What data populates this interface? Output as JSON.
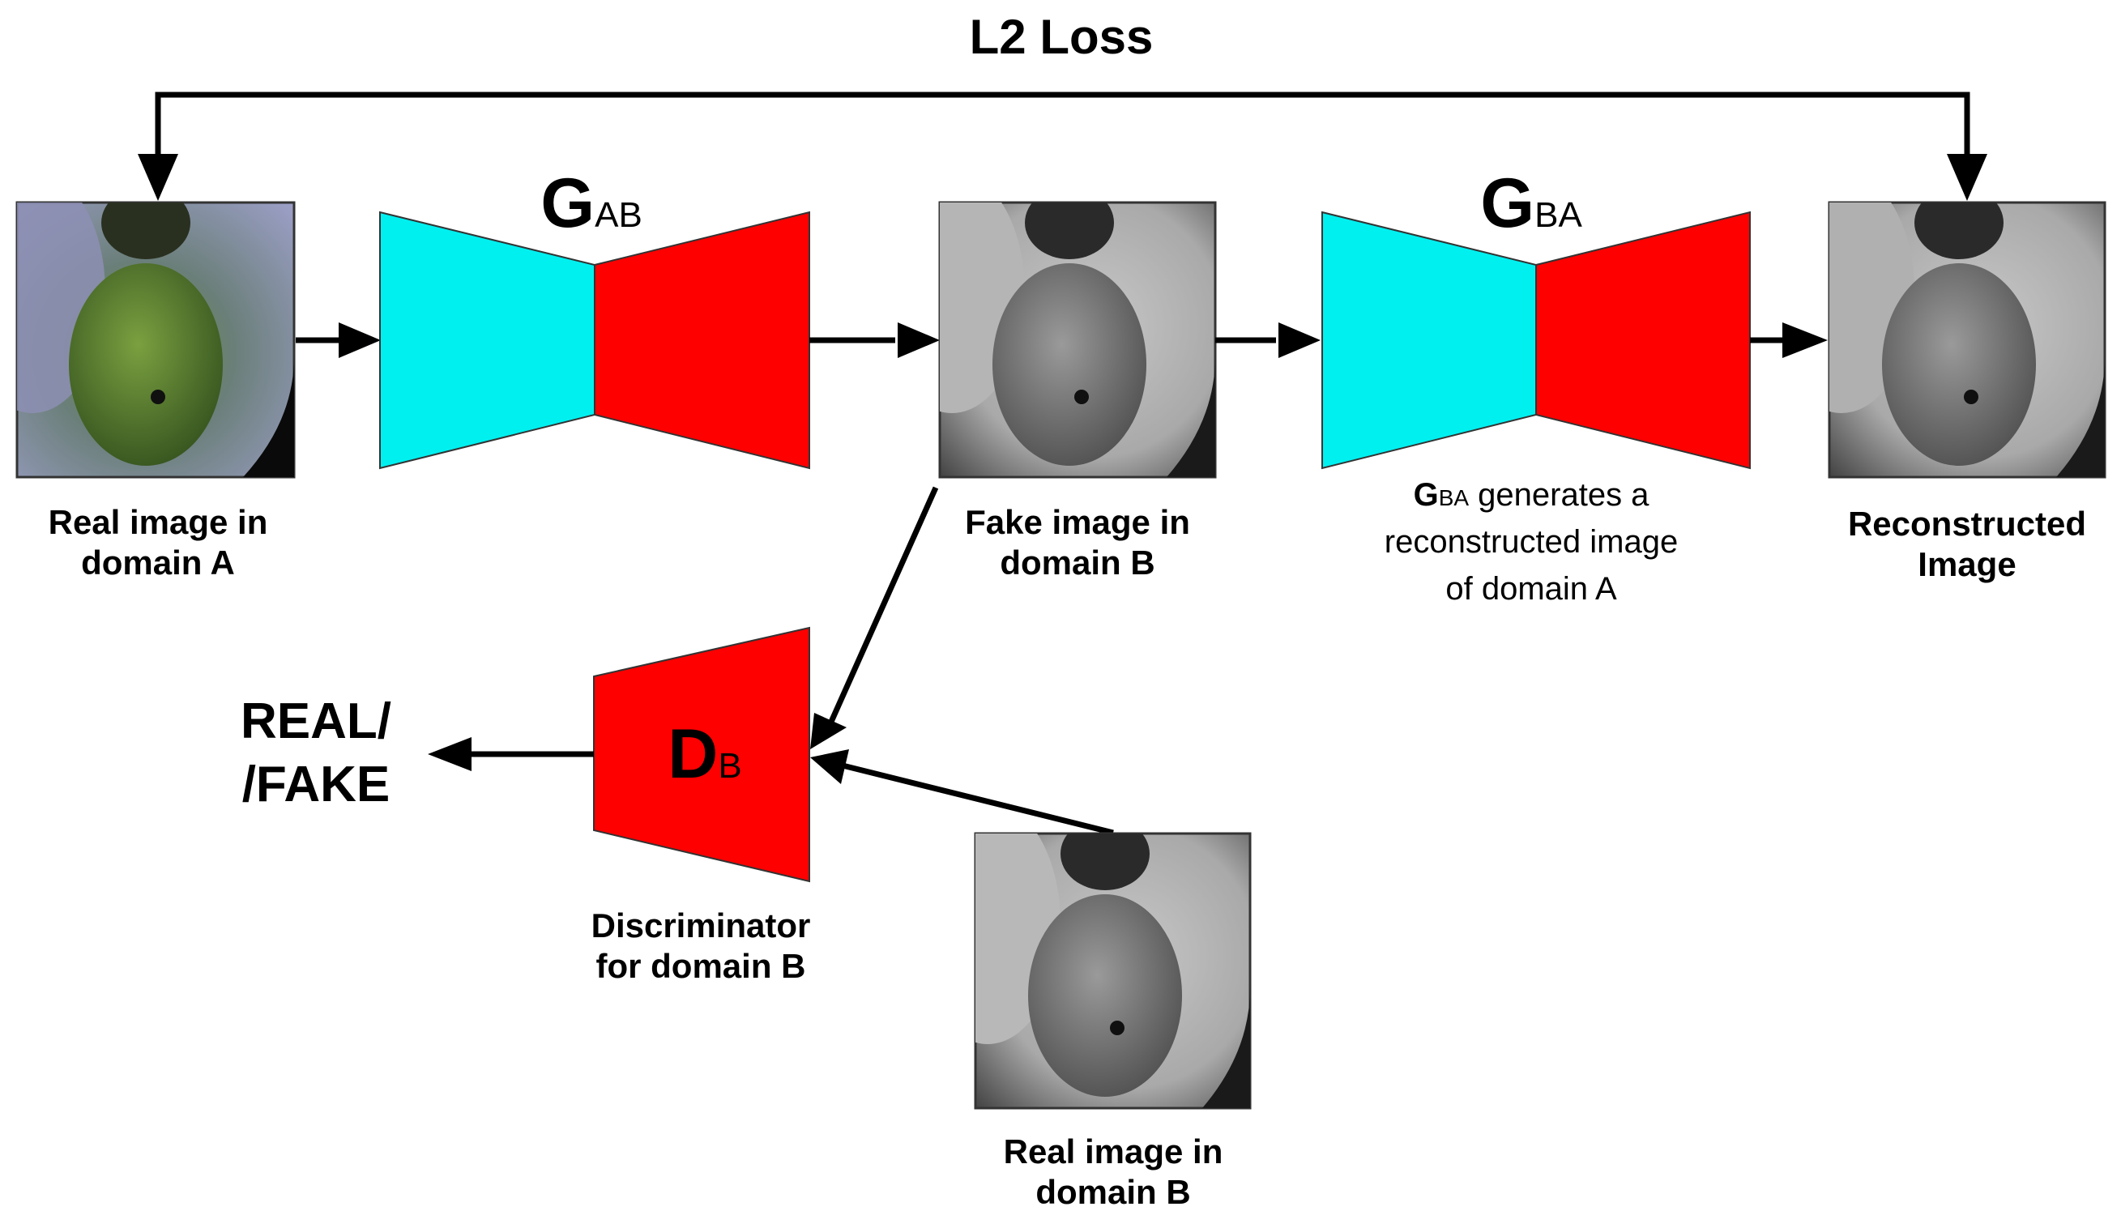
{
  "loss": {
    "title": "L2 Loss"
  },
  "real_a": {
    "line1": "Real image in",
    "line2": "domain A"
  },
  "g_ab": {
    "letter": "G",
    "sub": "AB"
  },
  "fake_b": {
    "line1": "Fake image in",
    "line2": "domain B"
  },
  "g_ba": {
    "letter": "G",
    "sub": "BA",
    "desc_letter": "G",
    "desc_sub": "BA",
    "desc_rest": " generates a",
    "desc_line2": "reconstructed image",
    "desc_line3": "of domain A"
  },
  "recon": {
    "line1": "Reconstructed",
    "line2": "Image"
  },
  "disc": {
    "letter": "D",
    "sub": "B",
    "line1": "Discriminator",
    "line2": "for domain B"
  },
  "output": {
    "line1": "REAL/",
    "line2": "/FAKE"
  },
  "real_b": {
    "line1": "Real image in",
    "line2": "domain B"
  },
  "colors": {
    "encoder": "#00f0f0",
    "decoder": "#ff0000",
    "arrow": "#000000"
  }
}
